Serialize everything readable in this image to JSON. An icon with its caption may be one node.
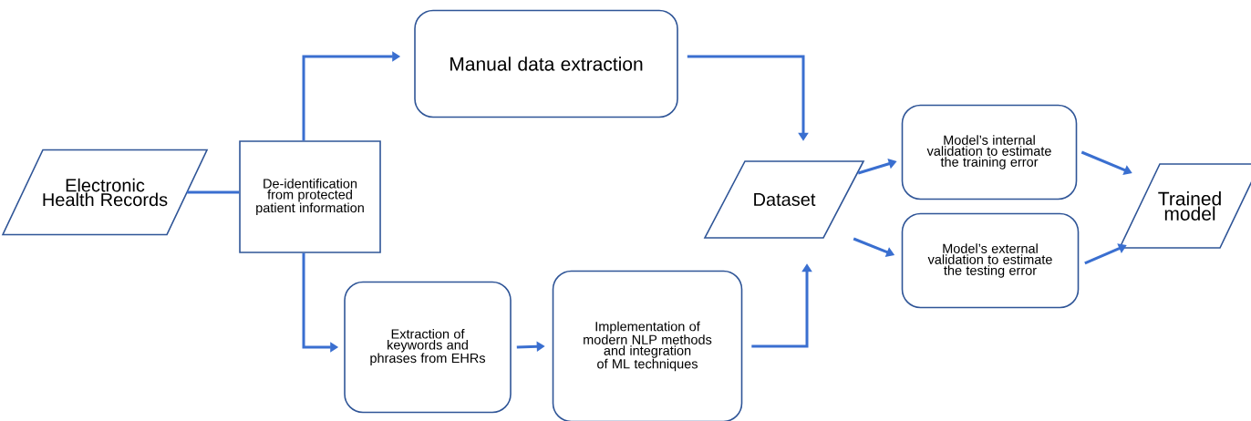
{
  "diagram": {
    "nodes": [
      {
        "text": [
          "Electronic Health Records"
        ]
      },
      {
        "text": [
          "De-identification from protected patient information"
        ]
      },
      {
        "text": [
          "Manual data extraction"
        ]
      },
      {
        "text": [
          "Extraction of keywords and phrases from EHRs"
        ]
      },
      {
        "text": [
          "Implementation of modern NLP methods and integration of ML techniques"
        ]
      },
      {
        "text": [
          "Dataset"
        ]
      },
      {
        "text": [
          "Model’s internal validation to estimate the training error"
        ]
      },
      {
        "text": [
          "Model’s external validation to estimate the testing error"
        ]
      },
      {
        "text": [
          "Trained model"
        ]
      }
    ],
    "edges": [
      {
        "from": 0,
        "to": 1,
        "arrow": "none"
      },
      {
        "from": 1,
        "to": 2,
        "arrow": "to"
      },
      {
        "from": 1,
        "to": 3,
        "arrow": "to"
      },
      {
        "from": 2,
        "to": 5,
        "arrow": "to"
      },
      {
        "from": 3,
        "to": 4,
        "arrow": "to"
      },
      {
        "from": 4,
        "to": 5,
        "arrow": "to"
      },
      {
        "from": 5,
        "to": 6,
        "arrow": "to"
      },
      {
        "from": 5,
        "to": 7,
        "arrow": "to"
      },
      {
        "from": 6,
        "to": 8,
        "arrow": "to"
      },
      {
        "from": 7,
        "to": 8,
        "arrow": "to"
      }
    ]
  }
}
